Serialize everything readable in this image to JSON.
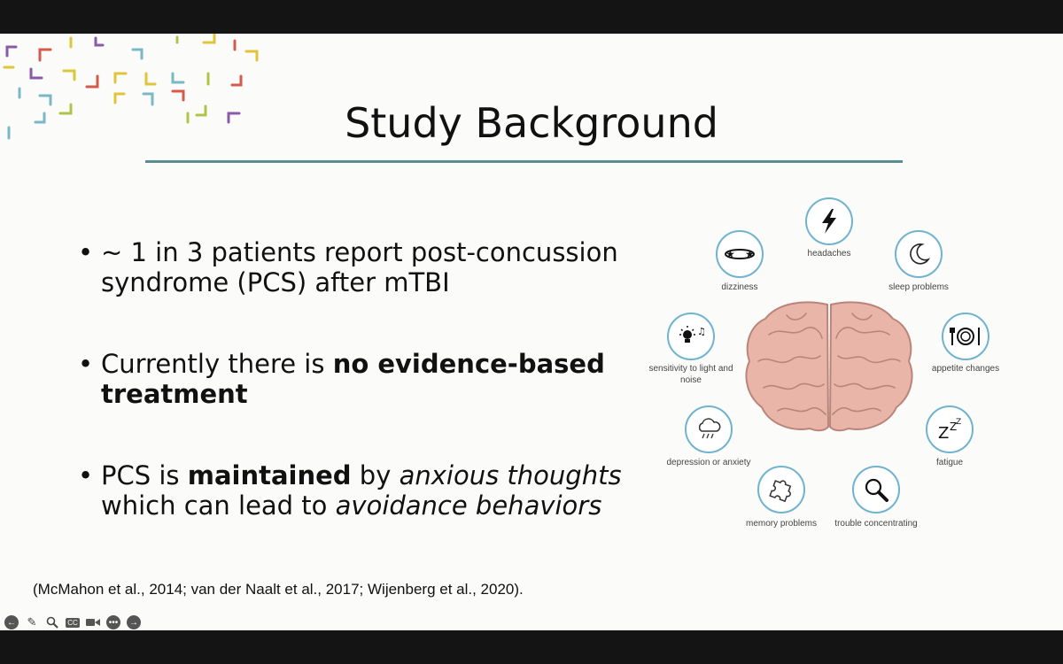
{
  "slide": {
    "title": "Study Background",
    "bullets": [
      {
        "parts": [
          {
            "text": "~ 1 in 3 patients report post-concussion syndrome (PCS) after mTBI",
            "style": "normal"
          }
        ]
      },
      {
        "parts": [
          {
            "text": "Currently there is ",
            "style": "normal"
          },
          {
            "text": "no evidence-based treatment",
            "style": "bold"
          }
        ]
      },
      {
        "parts": [
          {
            "text": "PCS is ",
            "style": "normal"
          },
          {
            "text": "maintained",
            "style": "bold"
          },
          {
            "text": " by ",
            "style": "normal"
          },
          {
            "text": "anxious thoughts",
            "style": "italic"
          },
          {
            "text": " which can lead to ",
            "style": "normal"
          },
          {
            "text": "avoidance behaviors",
            "style": "italic"
          }
        ]
      }
    ],
    "citation": "(McMahon et al., 2014; van der Naalt et al., 2017; Wijenberg et al., 2020).",
    "symptoms": [
      {
        "label": "headaches",
        "icon": "lightning-icon"
      },
      {
        "label": "dizziness",
        "icon": "stars-orbit-icon"
      },
      {
        "label": "sleep problems",
        "icon": "moon-icon"
      },
      {
        "label": "sensitivity to light and noise",
        "icon": "lightbulb-music-icon"
      },
      {
        "label": "appetite changes",
        "icon": "plate-utensils-icon"
      },
      {
        "label": "depression or anxiety",
        "icon": "rain-cloud-icon"
      },
      {
        "label": "fatigue",
        "icon": "zzz-icon"
      },
      {
        "label": "memory problems",
        "icon": "puzzle-icon"
      },
      {
        "label": "trouble concentrating",
        "icon": "magnifier-icon"
      }
    ],
    "colors": {
      "accent_rule": "#5b8f8f",
      "icon_ring": "#6fb3cf",
      "brain": "#e8b5a8"
    }
  },
  "toolbar": {
    "items": [
      "back-arrow-icon",
      "pencil-icon",
      "search-icon",
      "cc-icon",
      "video-camera-icon",
      "more-icon",
      "forward-arrow-icon"
    ],
    "cc_label": "CC"
  }
}
